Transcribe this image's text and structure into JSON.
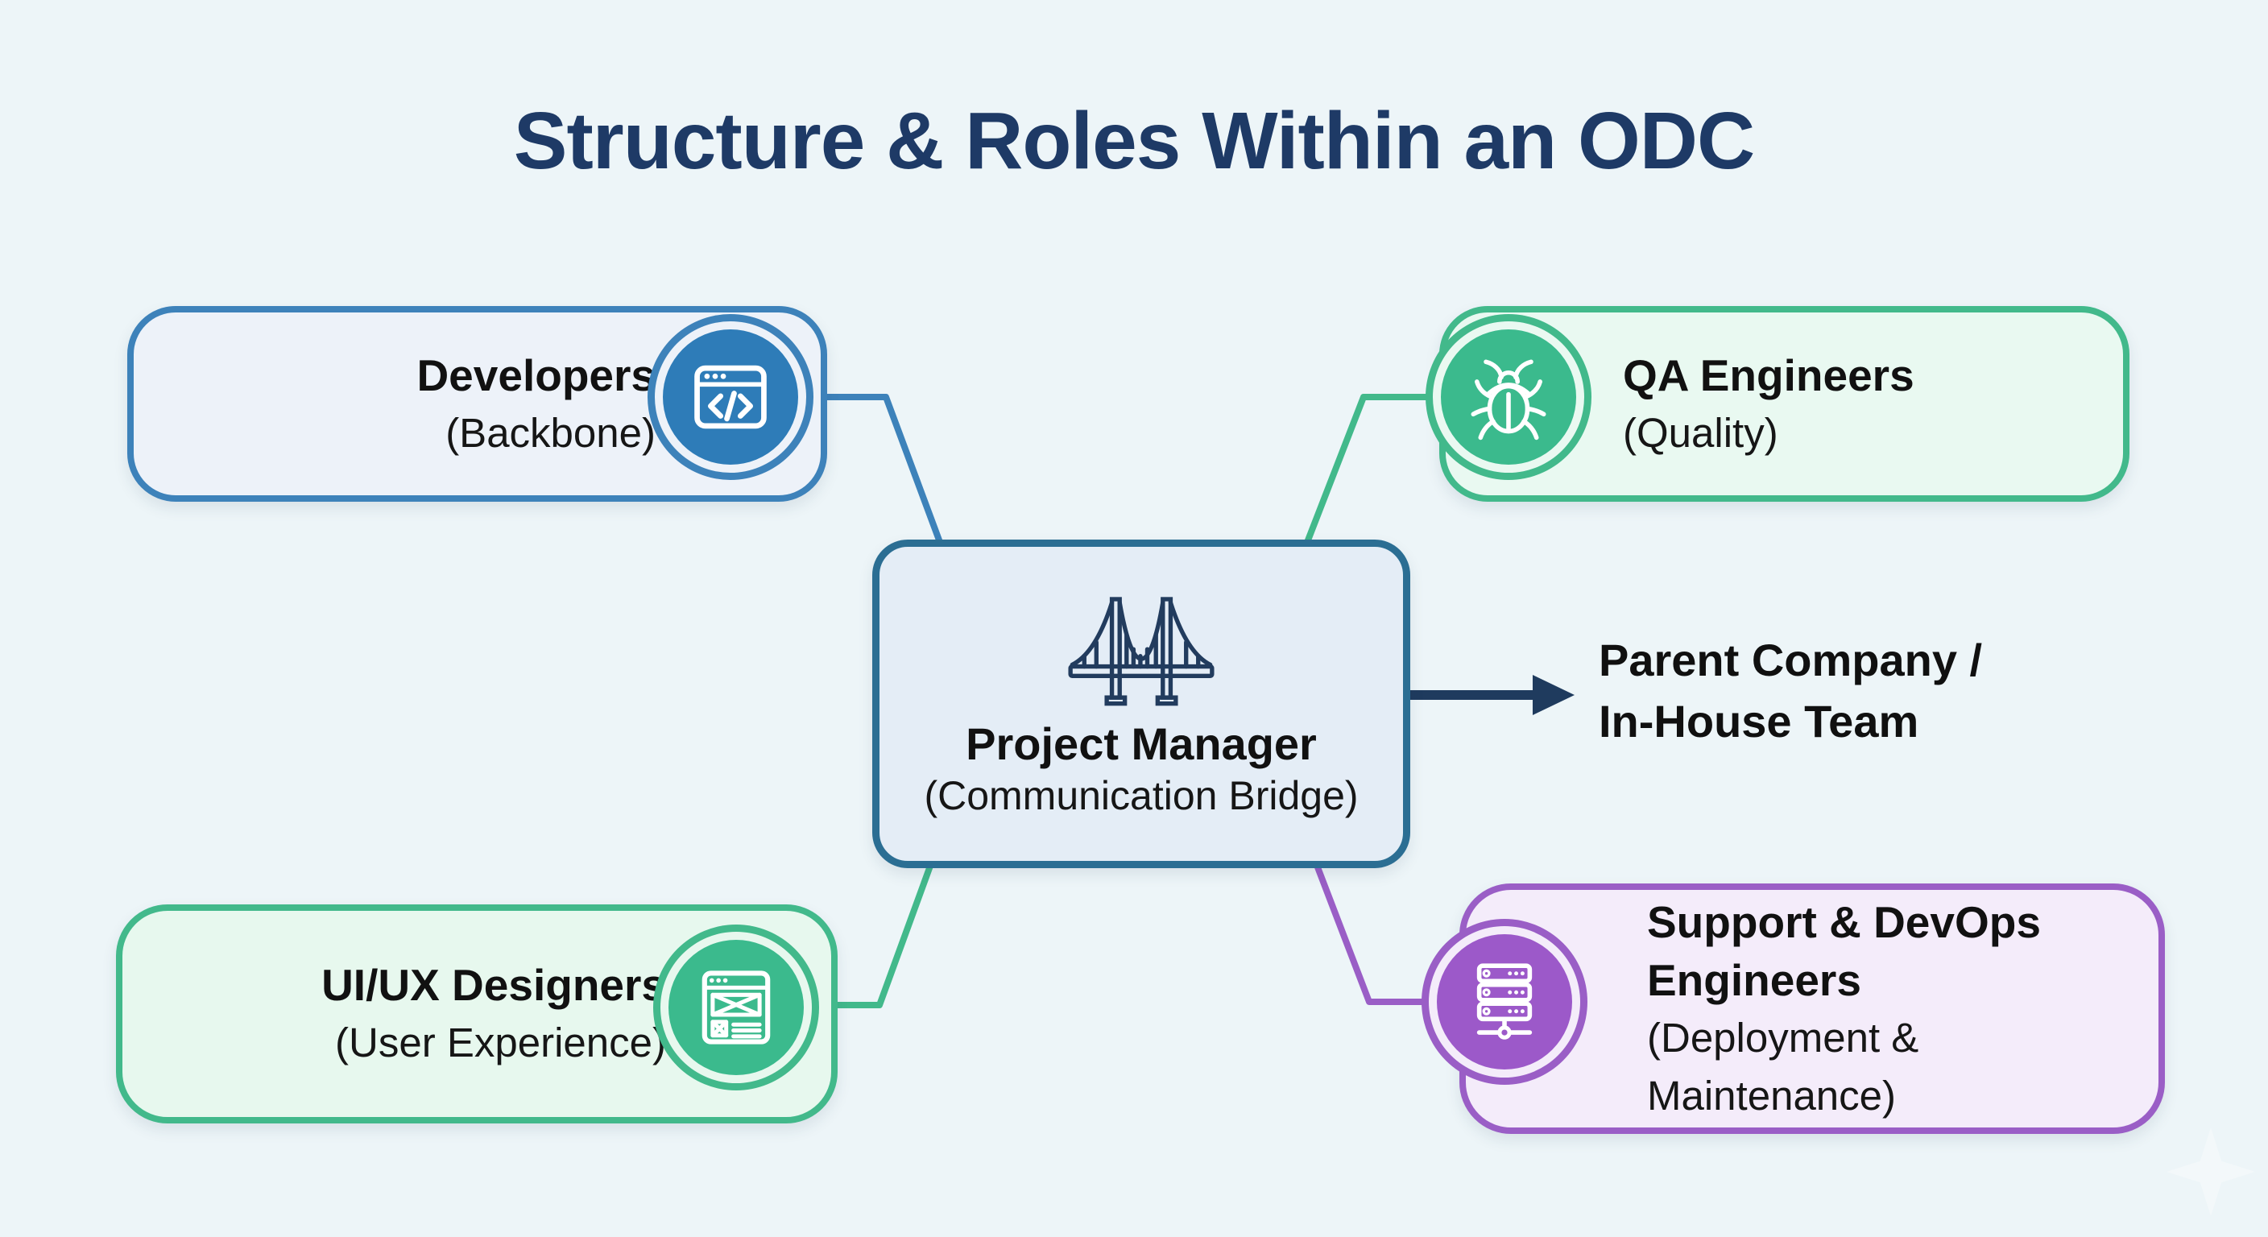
{
  "title": "Structure & Roles Within an ODC",
  "center_node": {
    "name": "Project Manager",
    "subtitle": "(Communication Bridge)",
    "icon": "bridge-icon"
  },
  "roles": {
    "developers": {
      "name": "Developers",
      "subtitle": "(Backbone)",
      "icon": "code-window-icon",
      "accent": "#2e7cb8"
    },
    "qa_engineers": {
      "name": "QA Engineers",
      "subtitle": "(Quality)",
      "icon": "bug-icon",
      "accent": "#3bba8d"
    },
    "uiux_designers": {
      "name": "UI/UX Designers",
      "subtitle": "(User Experience)",
      "icon": "wireframe-icon",
      "accent": "#3bba8d"
    },
    "devops_engineers": {
      "name": "Support & DevOps Engineers",
      "subtitle": "(Deployment & Maintenance)",
      "icon": "server-stack-icon",
      "accent": "#9c59c9"
    }
  },
  "external_entity": {
    "line1": "Parent Company /",
    "line2": "In-House Team",
    "connector": "arrow-right-icon"
  },
  "colors": {
    "background": "#edf5f8",
    "title_text": "#1e3a66",
    "body_text": "#111111",
    "blue_accent": "#2e7cb8",
    "blue_border": "#3d82ba",
    "green_accent": "#3bba8d",
    "green_border": "#42b98b",
    "purple_accent": "#9c59c9",
    "purple_border": "#9a5ec6",
    "center_border": "#2b6e93",
    "arrow_navy": "#1f3b5e"
  }
}
